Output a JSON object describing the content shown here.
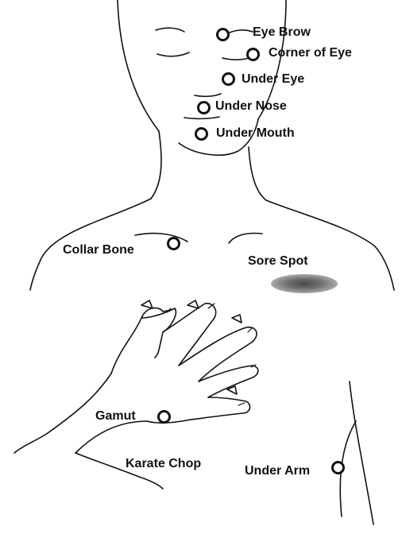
{
  "points": {
    "eye_brow": "Eye Brow",
    "corner_of_eye": "Corner of Eye",
    "under_eye": "Under Eye",
    "under_nose": "Under Nose",
    "under_mouth": "Under Mouth",
    "collar_bone": "Collar Bone",
    "sore_spot": "Sore Spot",
    "gamut": "Gamut",
    "karate_chop": "Karate Chop",
    "under_arm": "Under Arm"
  },
  "colors": {
    "line": "#111111",
    "sore_spot": "#5a5a5a"
  }
}
